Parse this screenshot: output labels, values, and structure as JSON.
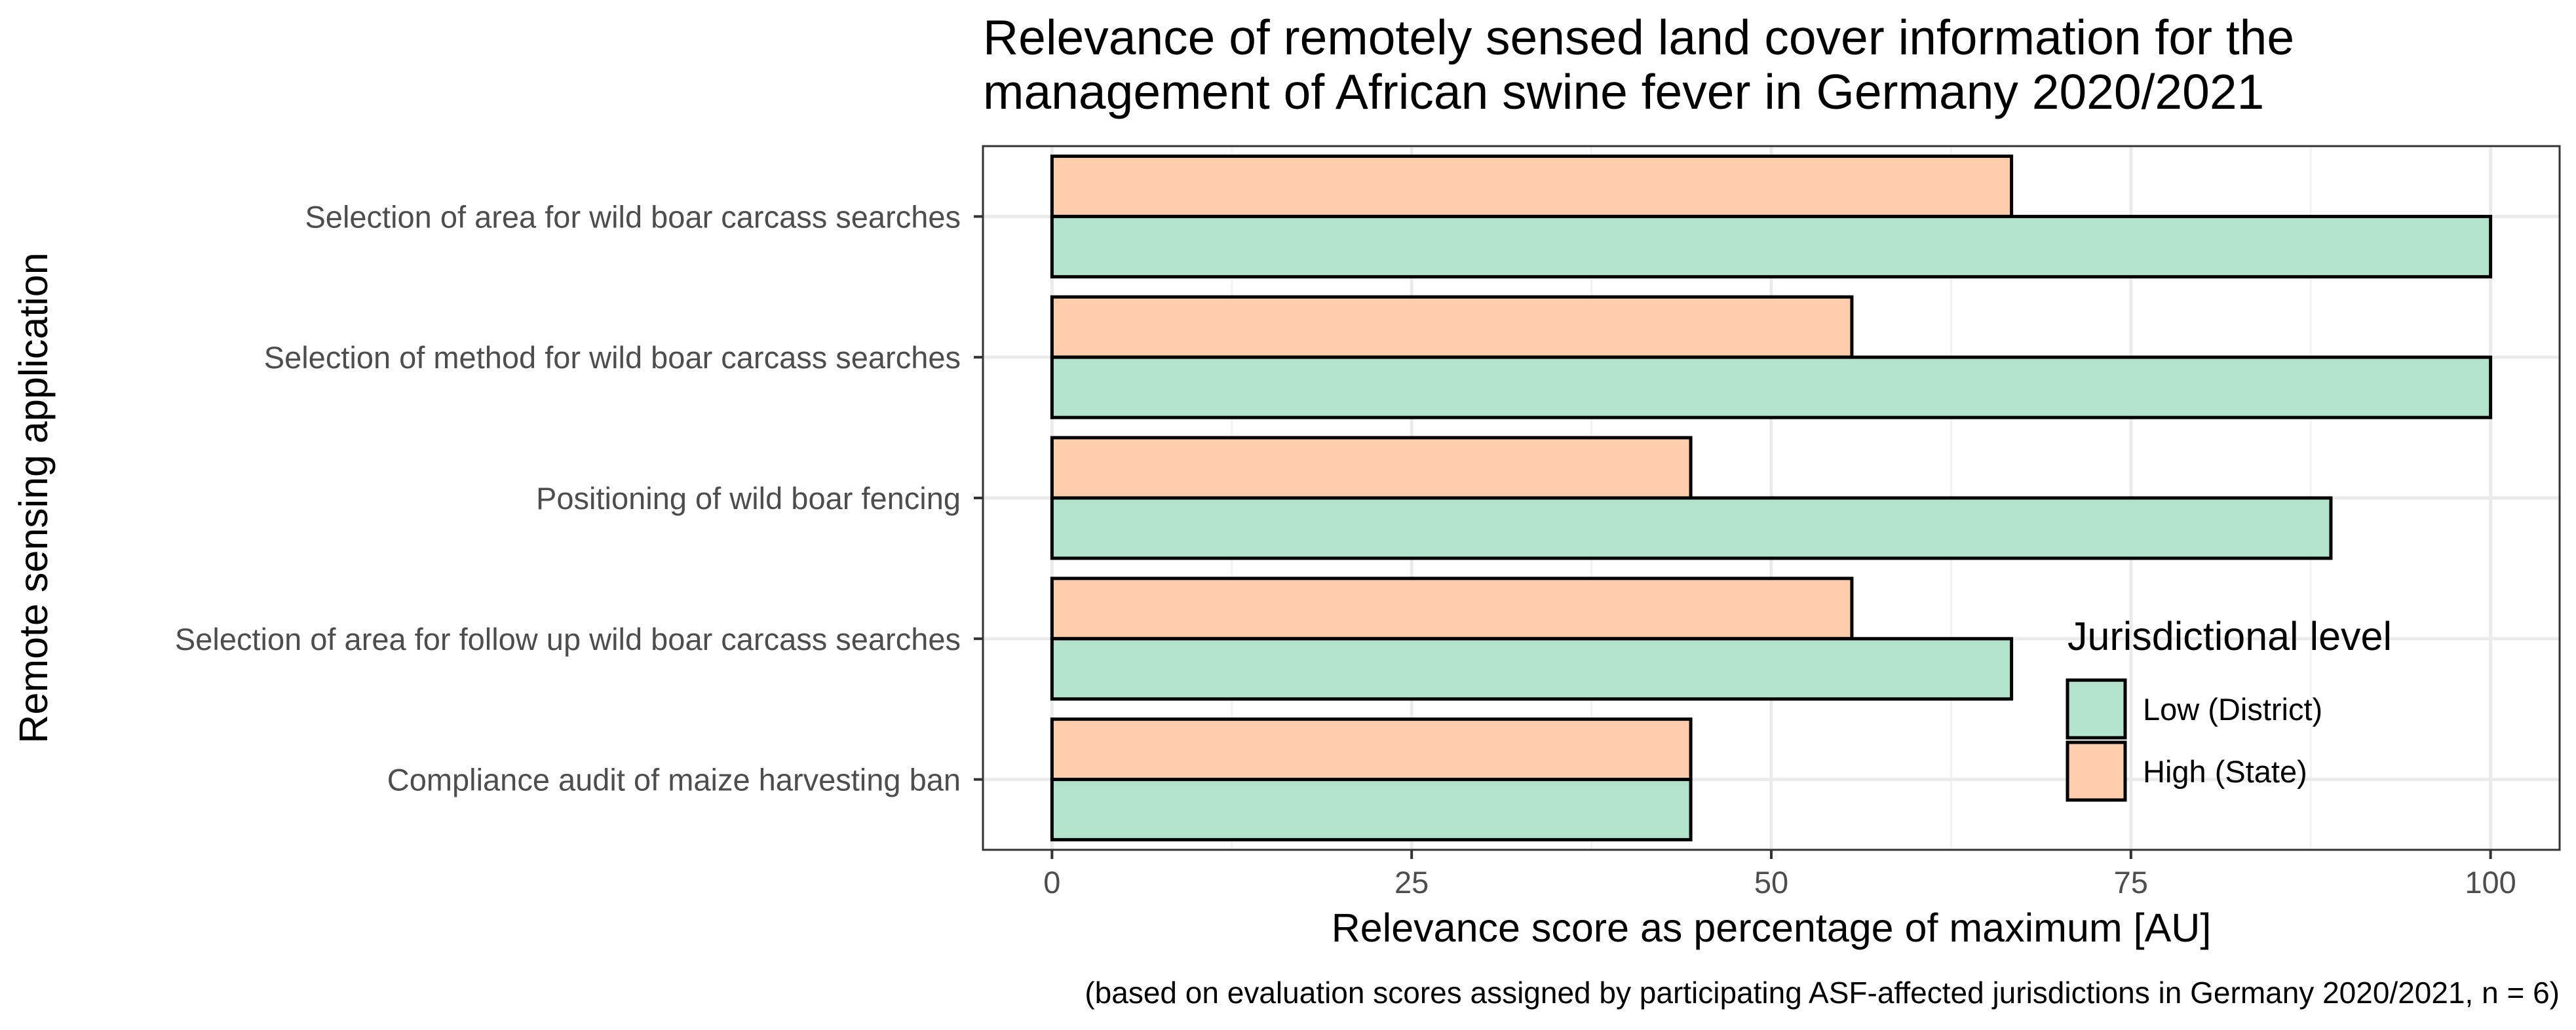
{
  "chart_data": {
    "type": "bar",
    "orientation": "horizontal",
    "title": "Relevance of remotely sensed land cover information for the management of African swine fever in Germany 2020/2021",
    "title_lines": [
      "Relevance of remotely sensed land cover information for the",
      "management of African swine fever in Germany 2020/2021"
    ],
    "xlabel": "Relevance score as percentage of maximum [AU]",
    "ylabel": "Remote sensing application",
    "caption": "(based on evaluation scores assigned by participating ASF-affected jurisdictions in Germany 2020/2021, n = 6)",
    "xlim": [
      -4.8,
      104.8
    ],
    "x_ticks": [
      "0",
      "25",
      "50",
      "75",
      "100"
    ],
    "categories": [
      "Selection of area for wild boar carcass searches",
      "Selection of method for wild boar carcass searches",
      "Positioning of wild boar fencing",
      "Selection of area for follow up wild boar carcass searches",
      "Compliance audit of maize harvesting ban"
    ],
    "series": [
      {
        "name": "Low (District)",
        "color": "#b3e2cd",
        "values": [
          100,
          100,
          88.9,
          66.7,
          44.4
        ]
      },
      {
        "name": "High (State)",
        "color": "#fdcdac",
        "values": [
          66.7,
          55.6,
          44.4,
          55.6,
          44.4
        ]
      }
    ],
    "legend": {
      "title": "Jurisdictional level",
      "position": "inside-bottom-right"
    },
    "grid": true,
    "theme": "bw"
  }
}
